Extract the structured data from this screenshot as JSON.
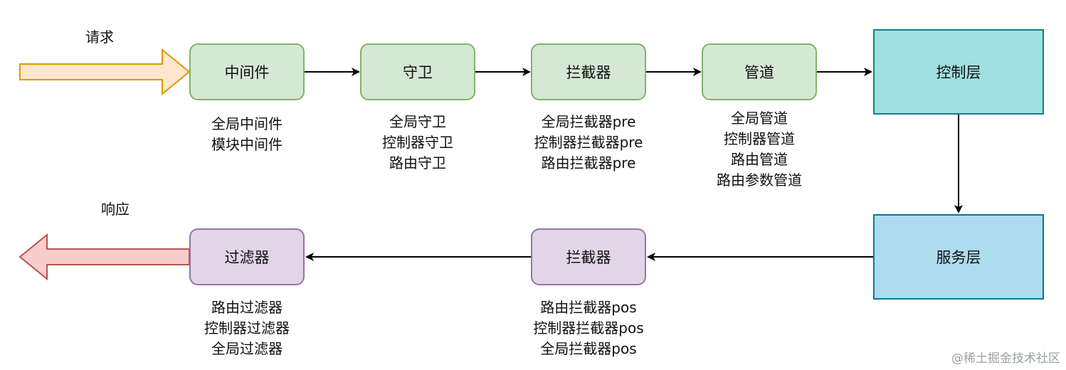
{
  "request_label": "请求",
  "response_label": "响应",
  "nodes": {
    "middleware": "中间件",
    "guard": "守卫",
    "interceptor_pre": "拦截器",
    "pipe": "管道",
    "controller": "控制层",
    "service": "服务层",
    "interceptor_post": "拦截器",
    "filter": "过滤器"
  },
  "notes": {
    "middleware": [
      "全局中间件",
      "模块中间件"
    ],
    "guard": [
      "全局守卫",
      "控制器守卫",
      "路由守卫"
    ],
    "interceptor_pre": [
      "全局拦截器pre",
      "控制器拦截器pre",
      "路由拦截器pre"
    ],
    "pipe": [
      "全局管道",
      "控制器管道",
      "路由管道",
      "路由参数管道"
    ],
    "interceptor_post": [
      "路由拦截器pos",
      "控制器拦截器pos",
      "全局拦截器pos"
    ],
    "filter": [
      "路由过滤器",
      "控制器过滤器",
      "全局过滤器"
    ]
  },
  "watermark": "@稀土掘金技术社区",
  "colors": {
    "green_fill": "#d5e8d4",
    "green_stroke": "#82b366",
    "purple_fill": "#e1d5e7",
    "purple_stroke": "#9673a6",
    "teal_fill": "#a0dfe2",
    "blue_fill": "#aedcef",
    "request_arrow_fill": "#ffe6cc",
    "request_arrow_stroke": "#d79b00",
    "response_arrow_fill": "#f8cecc",
    "response_arrow_stroke": "#b85450"
  }
}
